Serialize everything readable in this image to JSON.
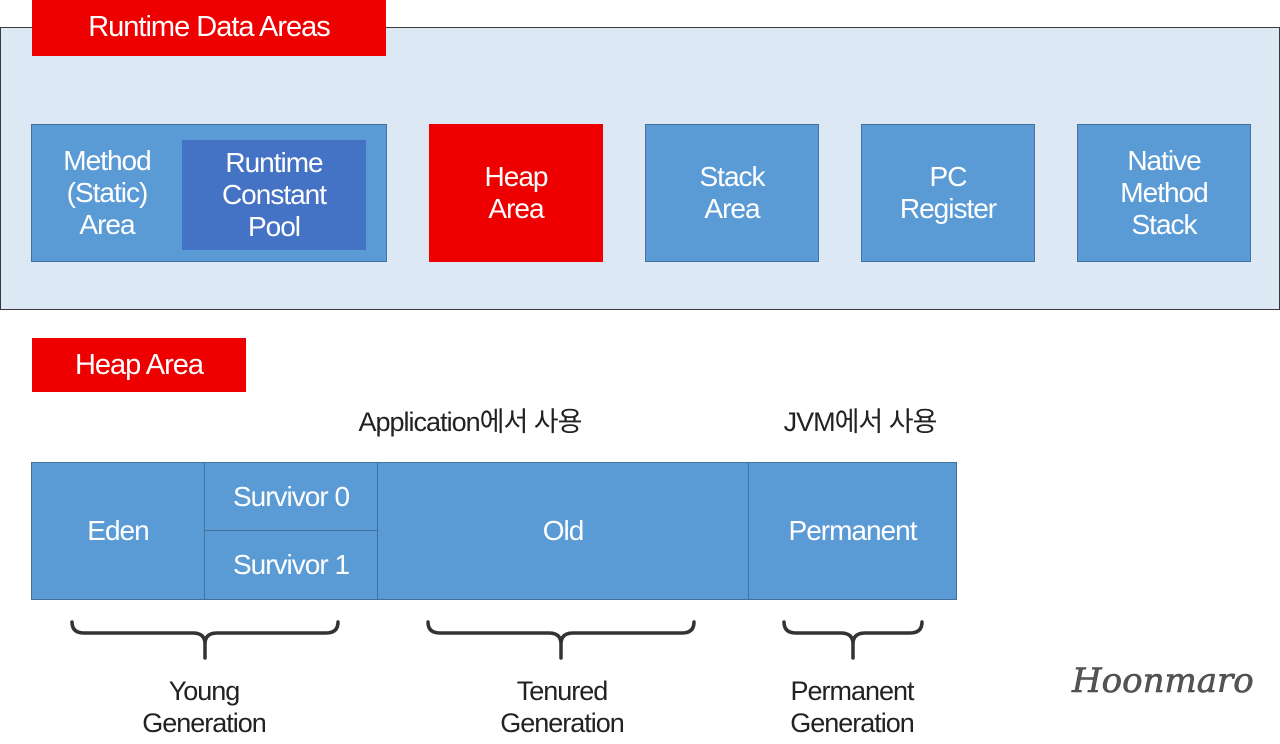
{
  "runtime_section": {
    "title": "Runtime Data Areas",
    "method_area": "Method\n(Static)\nArea",
    "runtime_constant_pool": "Runtime\nConstant\nPool",
    "heap_area": "Heap\nArea",
    "stack_area": "Stack\nArea",
    "pc_register": "PC\nRegister",
    "native_method_stack": "Native\nMethod\nStack"
  },
  "heap_section": {
    "title": "Heap Area",
    "application_caption": "Application에서 사용",
    "jvm_caption": "JVM에서 사용",
    "cells": {
      "eden": "Eden",
      "survivor0": "Survivor 0",
      "survivor1": "Survivor 1",
      "old": "Old",
      "permanent": "Permanent"
    },
    "generations": {
      "young": "Young\nGeneration",
      "tenured": "Tenured\nGeneration",
      "permanent": "Permanent\nGeneration"
    }
  },
  "signature": "Hoonmaro",
  "colors": {
    "accent_red": "#ee0000",
    "box_blue": "#5b9bd5",
    "pool_blue": "#4472c4",
    "panel_bg": "#dde8f5"
  }
}
